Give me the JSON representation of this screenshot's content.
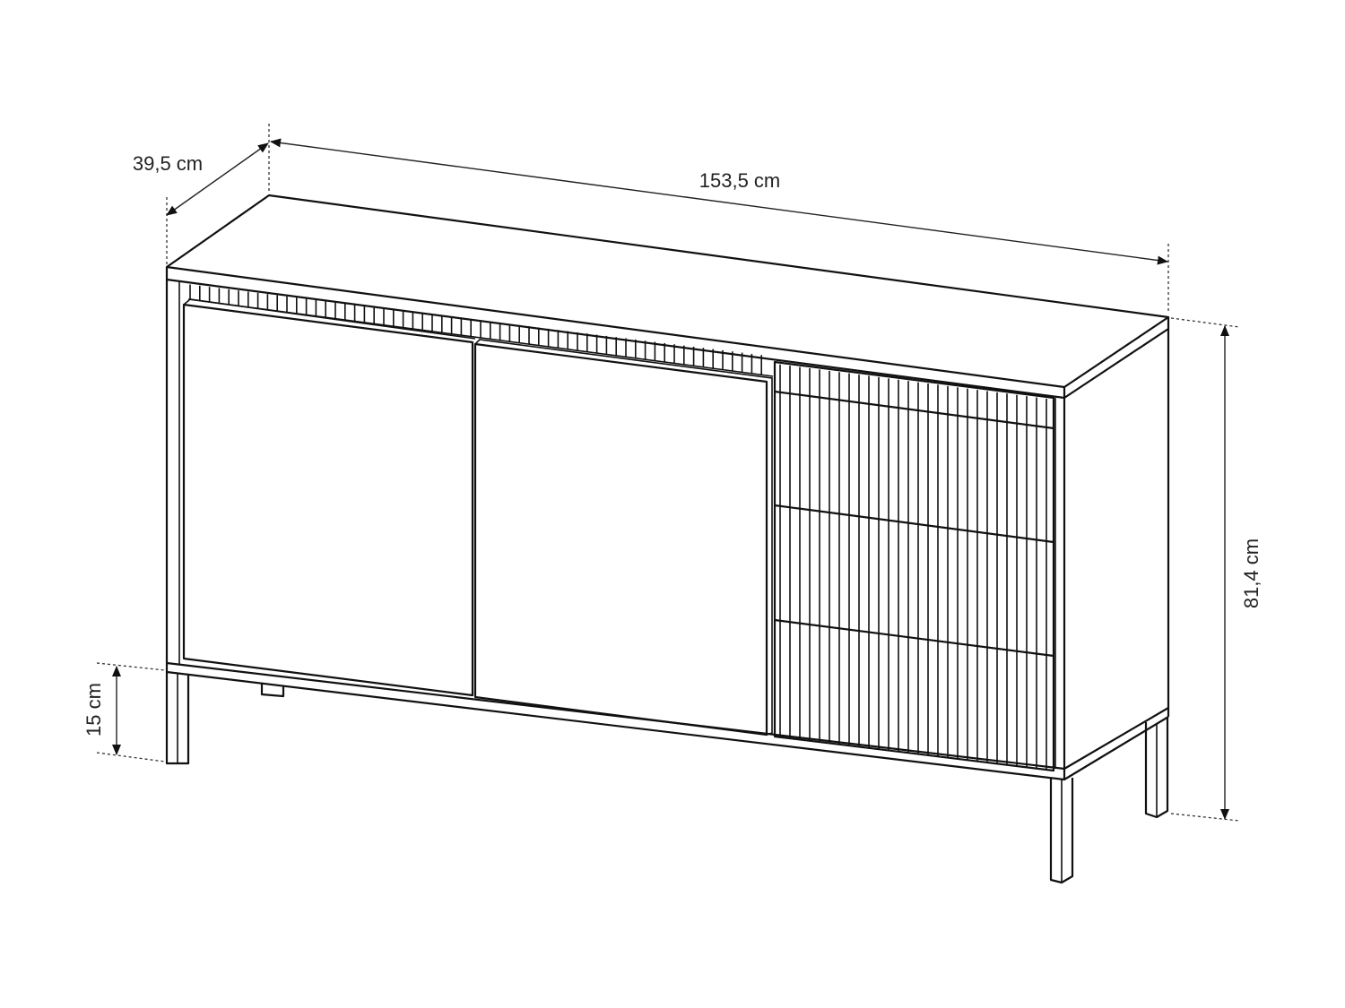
{
  "dimensions": {
    "depth": "39,5 cm",
    "width": "153,5 cm",
    "height": "81,4 cm",
    "leg_height": "15 cm"
  },
  "colors": {
    "line": "#111111",
    "background": "#ffffff"
  },
  "drawing": {
    "doors": 2,
    "drawers": 3,
    "front_style": "fluted"
  }
}
